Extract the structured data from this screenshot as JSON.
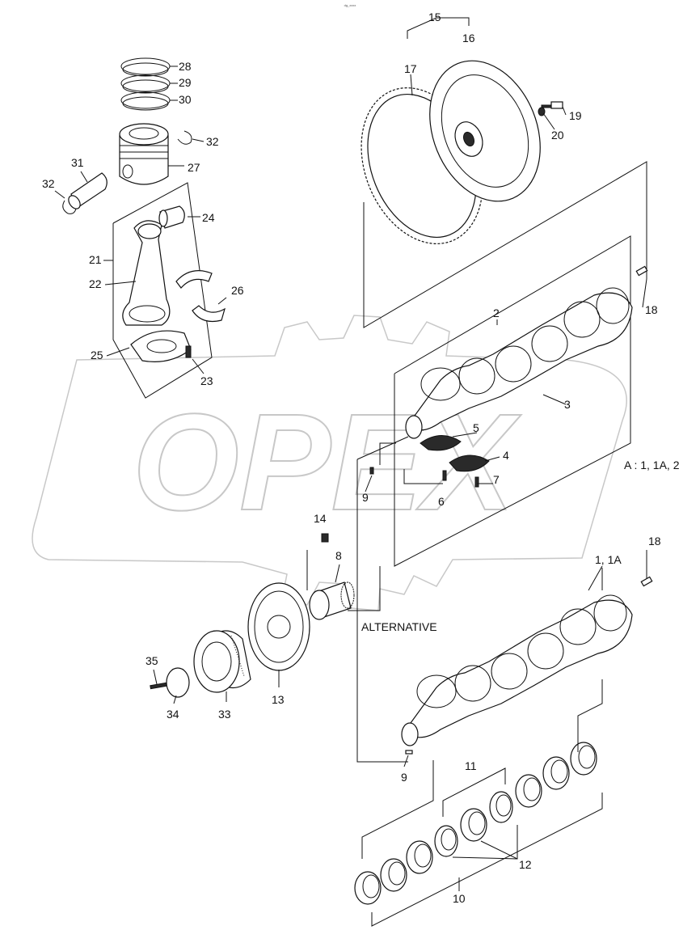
{
  "header": {
    "tiny_code": "dg_xxxx"
  },
  "watermark": {
    "text": "OPEX"
  },
  "note": {
    "applicability": "A : 1, 1A, 2",
    "alternative": "ALTERNATIVE"
  },
  "labels": {
    "l1": "1, 1A",
    "l2": "2",
    "l3": "3",
    "l4": "4",
    "l5": "5",
    "l6": "6",
    "l7": "7",
    "l8": "8",
    "l9a": "9",
    "l9b": "9",
    "l10": "10",
    "l11": "11",
    "l12": "12",
    "l13": "13",
    "l14": "14",
    "l15": "15",
    "l16": "16",
    "l17": "17",
    "l18a": "18",
    "l18b": "18",
    "l19": "19",
    "l20": "20",
    "l21": "21",
    "l22": "22",
    "l23": "23",
    "l24": "24",
    "l25": "25",
    "l26": "26",
    "l27": "27",
    "l28": "28",
    "l29": "29",
    "l30": "30",
    "l31": "31",
    "l32a": "32",
    "l32b": "32",
    "l33": "33",
    "l34": "34",
    "l35": "35"
  }
}
